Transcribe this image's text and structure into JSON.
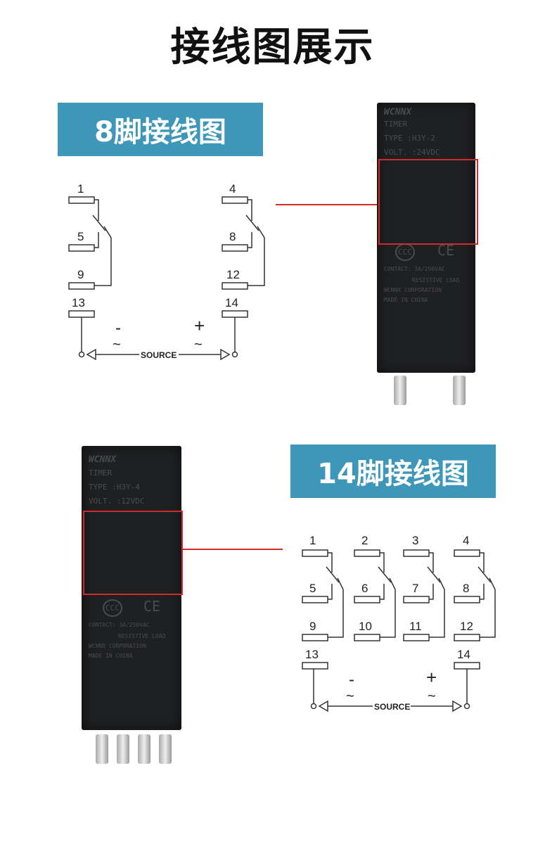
{
  "page_title": "接线图展示",
  "sections": {
    "eight_pin": {
      "heading": "8脚接线图",
      "terminals": {
        "t1": "1",
        "t5": "5",
        "t9": "9",
        "t4": "4",
        "t8": "8",
        "t12": "12",
        "t13": "13",
        "t14": "14"
      },
      "minus": "-",
      "plus": "+",
      "tilde": "~",
      "source": "SOURCE"
    },
    "fourteen_pin": {
      "heading": "14脚接线图",
      "terminals": {
        "t1": "1",
        "t2": "2",
        "t3": "3",
        "t4": "4",
        "t5": "5",
        "t6": "6",
        "t7": "7",
        "t8": "8",
        "t9": "9",
        "t10": "10",
        "t11": "11",
        "t12": "12",
        "t13": "13",
        "t14": "14"
      },
      "minus": "-",
      "plus": "+",
      "tilde": "~",
      "source": "SOURCE"
    }
  },
  "device_8pin": {
    "brand": "WCNNX",
    "line1": "TIMER",
    "line2": "TYPE :H3Y-2",
    "line3": "VOLT. :24VDC",
    "contact": "CONTACT:   3A/250VAC",
    "load": "RESISTIVE LOAD",
    "corp": "WCNNX CORPORATION",
    "made": "MADE IN CHINA",
    "cert1": "CCC",
    "cert2": "CE"
  },
  "device_14pin": {
    "brand": "WCNNX",
    "line1": "TIMER",
    "line2": "TYPE :H3Y-4",
    "line3": "VOLT. :12VDC",
    "contact": "CONTACT:   3A/250VAC",
    "load": "RESISTIVE LOAD",
    "corp": "WCNNX CORPORATION",
    "made": "MADE IN CHINA",
    "cert1": "CCC",
    "cert2": "CE"
  },
  "colors": {
    "banner": "#3e97b9",
    "highlight": "#d02a2a",
    "device_body": "#1f2022"
  }
}
